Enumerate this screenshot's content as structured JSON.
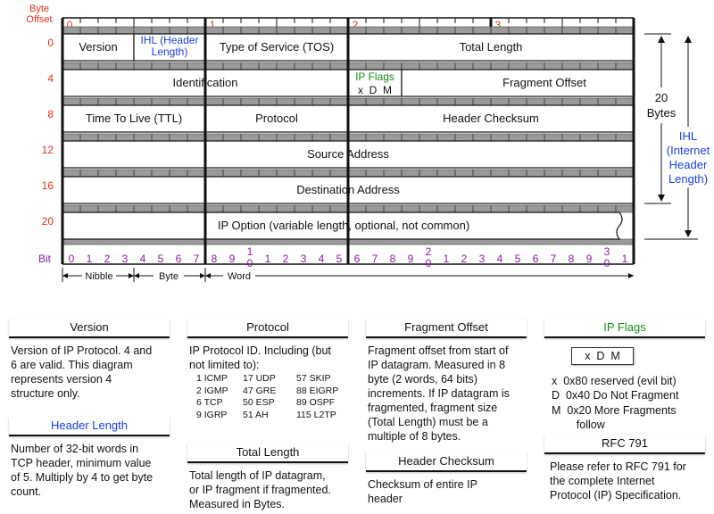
{
  "header": {
    "byte_offset_label": "Byte\nOffset",
    "bit_label": "Bit"
  },
  "byte_markers": [
    "0",
    "1",
    "2",
    "3"
  ],
  "row_offsets": [
    "0",
    "4",
    "8",
    "12",
    "16",
    "20"
  ],
  "fields": {
    "version": "Version",
    "ihl_line1": "IHL (Header",
    "ihl_line2": "Length)",
    "tos": "Type of Service (TOS)",
    "total_length": "Total Length",
    "identification": "Identification",
    "ip_flags": "IP Flags",
    "flag_bits": "x  D  M",
    "fragment_offset": "Fragment Offset",
    "ttl": "Time To Live (TTL)",
    "protocol": "Protocol",
    "header_checksum": "Header Checksum",
    "source_address": "Source Address",
    "destination_address": "Destination Address",
    "ip_option": "IP Option (variable length, optional, not common)"
  },
  "bits": [
    "0",
    "1",
    "2",
    "3",
    "4",
    "5",
    "6",
    "7",
    "8",
    "9",
    "1\n0",
    "1",
    "2",
    "3",
    "4",
    "5",
    "6",
    "7",
    "8",
    "9",
    "2\n0",
    "1",
    "2",
    "3",
    "4",
    "5",
    "6",
    "7",
    "8",
    "9",
    "3\n0",
    "1"
  ],
  "units": {
    "nibble": "Nibble",
    "byte": "Byte",
    "word": "Word"
  },
  "side": {
    "twenty_bytes_line1": "20",
    "twenty_bytes_line2": "Bytes",
    "ihl_note": "IHL\n(Internet\nHeader\nLength)"
  },
  "legend": {
    "version": {
      "title": "Version",
      "body": "Version of IP Protocol.  4 and\n6 are valid.  This diagram\nrepresents version 4\nstructure only."
    },
    "header_length": {
      "title": "Header Length",
      "body": "Number of 32-bit words in\nTCP header, minimum value\nof 5.  Multiply by 4 to get byte\ncount."
    },
    "protocol": {
      "title": "Protocol",
      "body": "IP Protocol ID.  Including (but\nnot limited to):",
      "ids": [
        [
          "1 ICMP",
          "17 UDP",
          "57 SKIP"
        ],
        [
          "2 IGMP",
          "47 GRE",
          "88 EIGRP"
        ],
        [
          "6 TCP",
          "50 ESP",
          "89 OSPF"
        ],
        [
          "9 IGRP",
          "51 AH",
          "115 L2TP"
        ]
      ]
    },
    "total_length": {
      "title": "Total Length",
      "body": "Total length of IP datagram,\nor IP fragment if fragmented.\nMeasured in Bytes."
    },
    "fragment_offset": {
      "title": "Fragment Offset",
      "body": "Fragment offset from start of\nIP datagram.  Measured in 8\nbyte (2 words, 64 bits)\nincrements.  If IP datagram is\nfragmented, fragment size\n(Total Length) must be a\nmultiple of 8 bytes."
    },
    "header_checksum": {
      "title": "Header Checksum",
      "body": "Checksum of entire IP\nheader"
    },
    "ip_flags": {
      "title": "IP Flags",
      "flag_box": "x  D  M",
      "items": [
        "x  0x80 reserved (evil bit)",
        "D  0x40 Do Not Fragment",
        "M  0x20 More Fragments\n        follow"
      ]
    },
    "rfc": {
      "title": "RFC 791",
      "body": "Please refer to RFC 791 for\nthe complete Internet\nProtocol (IP) Specification."
    }
  },
  "colors": {
    "offset_red": "#e03020",
    "bit_purple": "#8a1aa0",
    "ihl_blue": "#1a3ee0",
    "flags_green": "#1a8a1a"
  }
}
